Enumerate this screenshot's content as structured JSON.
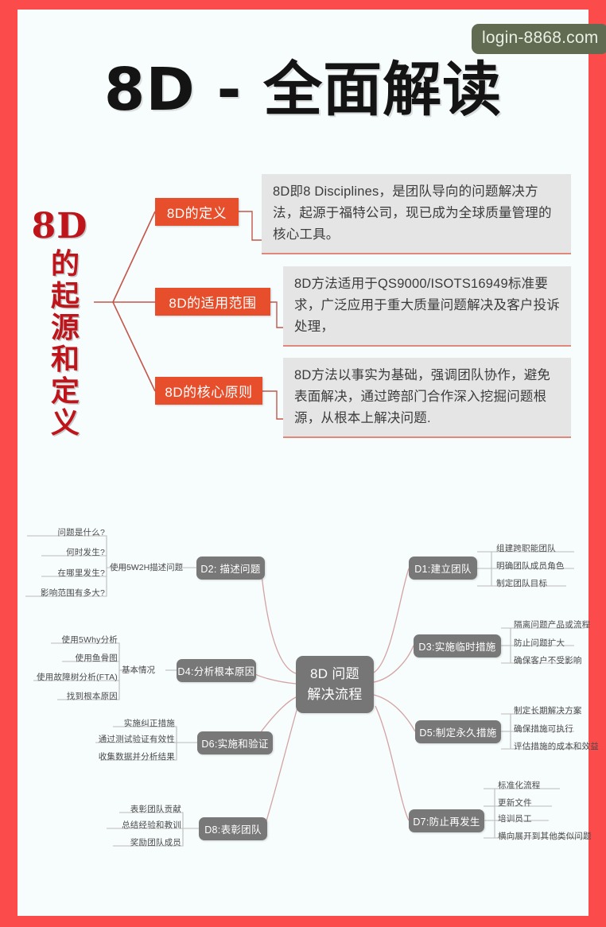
{
  "watermark": {
    "text": "login-8868.com"
  },
  "title": {
    "text": "8D - 全面解读"
  },
  "origin_section": {
    "heading_lead": "8D",
    "heading_vertical": [
      "的",
      "起",
      "源",
      "和",
      "定",
      "义"
    ],
    "items": [
      {
        "chip": "8D的定义",
        "body": "8D即8 Disciplines，是团队导向的问题解决方法，起源于福特公司，现已成为全球质量管理的核心工具。"
      },
      {
        "chip": "8D的适用范围",
        "body": "8D方法适用于QS9000/ISOTS16949标准要求，广泛应用于重大质量问题解决及客户投诉处理，"
      },
      {
        "chip": "8D的核心原则",
        "body": "8D方法以事实为基础，强调团队协作，避免表面解决，通过跨部门合作深入挖掘问题根源，从根本上解决问题."
      }
    ]
  },
  "mindmap": {
    "center": {
      "line1": "8D 问题",
      "line2": "解决流程"
    },
    "left_branches": [
      {
        "node": "D2: 描述问题",
        "label": "使用5W2H描述问题",
        "leaves": [
          "问题是什么?",
          "何时发生?",
          "在哪里发生?",
          "影响范围有多大?"
        ]
      },
      {
        "node": "D4:分析根本原因",
        "label": "基本情况",
        "leaves": [
          "使用5Why分析",
          "使用鱼骨图",
          "使用故障树分析(FTA)",
          "找到根本原因"
        ]
      },
      {
        "node": "D6:实施和验证",
        "label": "",
        "leaves": [
          "实施纠正措施",
          "通过测试验证有效性",
          "收集数据并分析结果"
        ]
      },
      {
        "node": "D8:表彰团队",
        "label": "",
        "leaves": [
          "表彰团队贡献",
          "总结经验和教训",
          "奖励团队成员"
        ]
      }
    ],
    "right_branches": [
      {
        "node": "D1:建立团队",
        "leaves": [
          "组建跨职能团队",
          "明确团队成员角色",
          "制定团队目标"
        ]
      },
      {
        "node": "D3:实施临时措施",
        "leaves": [
          "隔离问题产品或流程",
          "防止问题扩大",
          "确保客户不受影响"
        ]
      },
      {
        "node": "D5:制定永久措施",
        "leaves": [
          "制定长期解决方案",
          "确保措施可执行",
          "评估措施的成本和效益"
        ]
      },
      {
        "node": "D7:防止再发生",
        "leaves": [
          "标准化流程",
          "更新文件",
          "培训员工",
          "横向展开到其他类似问题"
        ]
      }
    ]
  },
  "colors": {
    "frame_red": "#fc4b4b",
    "sheet_bg": "#f7fcfd",
    "chip_orange": "#e74f2c",
    "heading_red": "#bf1419",
    "card_gray": "#e6e5e5",
    "node_gray": "#787878",
    "watermark_bg": "#616b52",
    "connector_pink": "#d9a9a9"
  }
}
